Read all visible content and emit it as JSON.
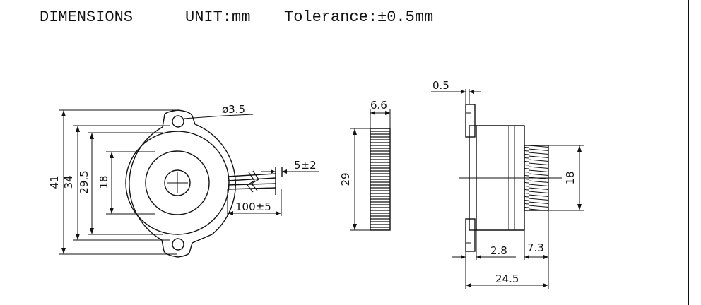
{
  "header": {
    "title": "DIMENSIONS",
    "unit": "UNIT:mm",
    "tolerance": "Tolerance:±0.5mm"
  },
  "front_view": {
    "overall_height": "41",
    "flange_height": "34",
    "mount_span": "29.5",
    "inner_diameter": "18",
    "hole_diameter": "ø3.5",
    "wire_strip": "5±2",
    "wire_length": "100±5"
  },
  "side_view": {
    "thickness": "6.6",
    "height": "29"
  },
  "profile_view": {
    "flange_thickness": "0.5",
    "neck_diameter": "18",
    "base_length": "2.8",
    "neck_length": "7.3",
    "overall_length": "24.5"
  },
  "colors": {
    "line": "#111111",
    "background": "#ffffff"
  }
}
